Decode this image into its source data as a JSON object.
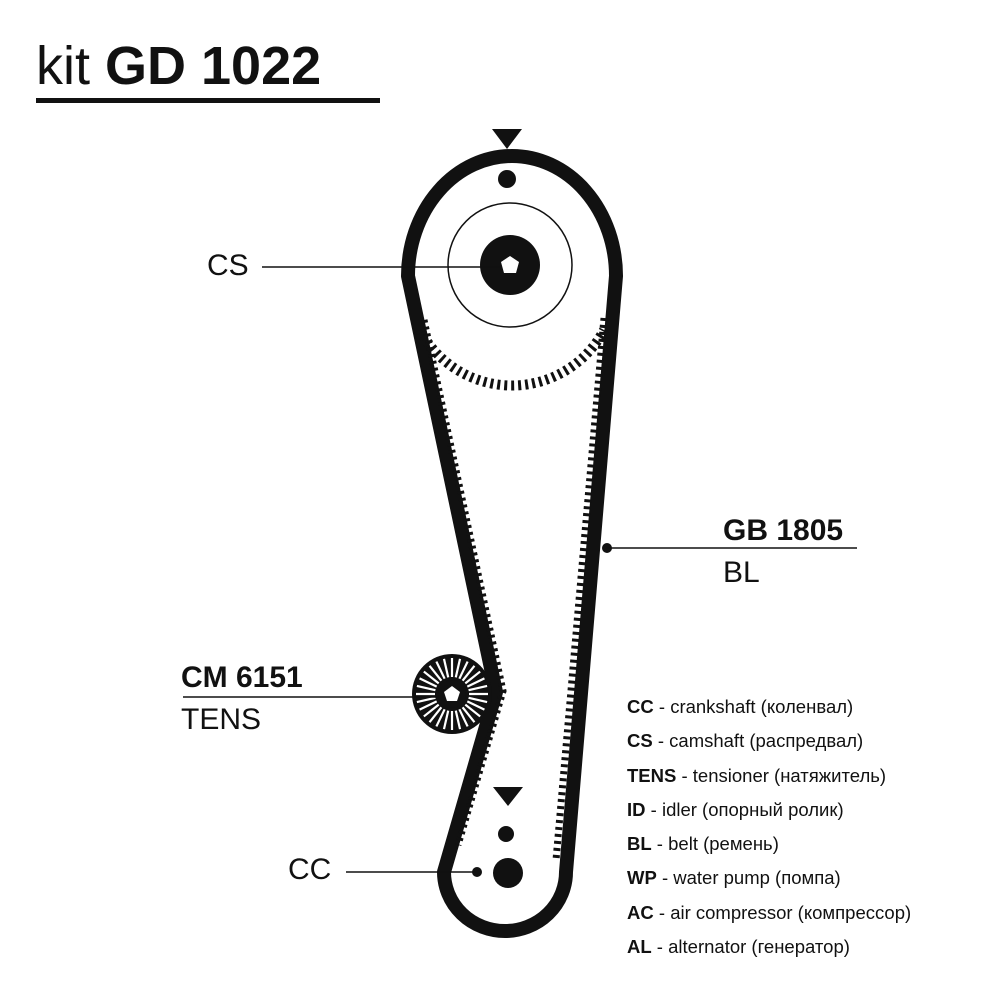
{
  "title": {
    "prefix": "kit",
    "code": "GD 1022"
  },
  "components": {
    "camshaft_label": "CS",
    "crankshaft_label": "CC",
    "belt": {
      "code": "GB 1805",
      "type": "BL"
    },
    "tensioner": {
      "code": "CM 6151",
      "type": "TENS"
    }
  },
  "legend": [
    {
      "abbr": "CC",
      "desc": "crankshaft (коленвал)"
    },
    {
      "abbr": "CS",
      "desc": "camshaft (распредвал)"
    },
    {
      "abbr": "TENS",
      "desc": "tensioner (натяжитель)"
    },
    {
      "abbr": "ID",
      "desc": "idler (опорный ролик)"
    },
    {
      "abbr": "BL",
      "desc": "belt (ремень)"
    },
    {
      "abbr": "WP",
      "desc": "water pump (помпа)"
    },
    {
      "abbr": "AC",
      "desc": "air compressor (компрессор)"
    },
    {
      "abbr": "AL",
      "desc": "alternator (генератор)"
    }
  ],
  "colors": {
    "ink": "#111111",
    "background": "#ffffff"
  }
}
